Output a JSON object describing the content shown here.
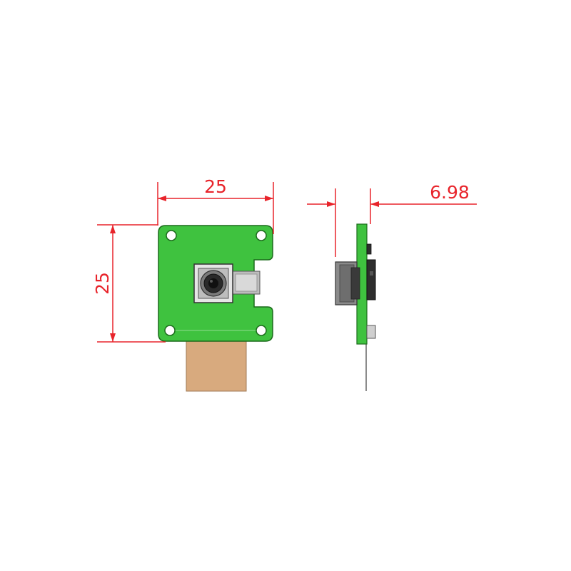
{
  "dimensions": {
    "front_width": "25",
    "front_height": "25",
    "side_depth": "6.98"
  },
  "colors": {
    "dimension": "#e8242b",
    "pcb": "#3fc23f",
    "pcb_edge": "#1c6b1c",
    "ribbon_cable": "#d8aa7e",
    "lens_housing": "#7a7a7a",
    "lens": "#2a2a2a"
  },
  "icons": {
    "camera_module": "camera-lens-icon"
  }
}
